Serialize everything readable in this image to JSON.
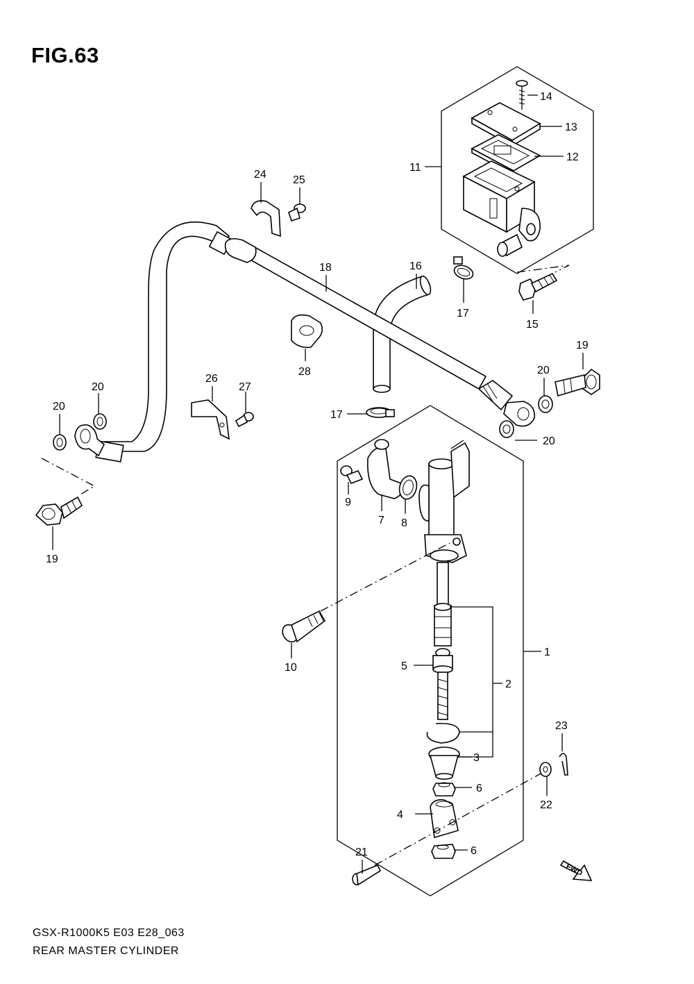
{
  "figure": {
    "title": "FIG.63",
    "model_code": "GSX-R1000K5  E03 E28_063",
    "part_group": "REAR MASTER CYLINDER",
    "fwd_label": "FWD"
  },
  "callouts": [
    {
      "id": "c1",
      "number": "1"
    },
    {
      "id": "c2",
      "number": "2"
    },
    {
      "id": "c3",
      "number": "3"
    },
    {
      "id": "c4",
      "number": "4"
    },
    {
      "id": "c5",
      "number": "5"
    },
    {
      "id": "c6a",
      "number": "6"
    },
    {
      "id": "c6b",
      "number": "6"
    },
    {
      "id": "c7",
      "number": "7"
    },
    {
      "id": "c8",
      "number": "8"
    },
    {
      "id": "c9",
      "number": "9"
    },
    {
      "id": "c10",
      "number": "10"
    },
    {
      "id": "c11",
      "number": "11"
    },
    {
      "id": "c12",
      "number": "12"
    },
    {
      "id": "c13",
      "number": "13"
    },
    {
      "id": "c14",
      "number": "14"
    },
    {
      "id": "c15",
      "number": "15"
    },
    {
      "id": "c16",
      "number": "16"
    },
    {
      "id": "c17a",
      "number": "17"
    },
    {
      "id": "c17b",
      "number": "17"
    },
    {
      "id": "c18",
      "number": "18"
    },
    {
      "id": "c19a",
      "number": "19"
    },
    {
      "id": "c19b",
      "number": "19"
    },
    {
      "id": "c20a",
      "number": "20"
    },
    {
      "id": "c20b",
      "number": "20"
    },
    {
      "id": "c20c",
      "number": "20"
    },
    {
      "id": "c20d",
      "number": "20"
    },
    {
      "id": "c21",
      "number": "21"
    },
    {
      "id": "c22",
      "number": "22"
    },
    {
      "id": "c23",
      "number": "23"
    },
    {
      "id": "c24",
      "number": "24"
    },
    {
      "id": "c25",
      "number": "25"
    },
    {
      "id": "c26",
      "number": "26"
    },
    {
      "id": "c27",
      "number": "27"
    },
    {
      "id": "c28",
      "number": "28"
    }
  ]
}
